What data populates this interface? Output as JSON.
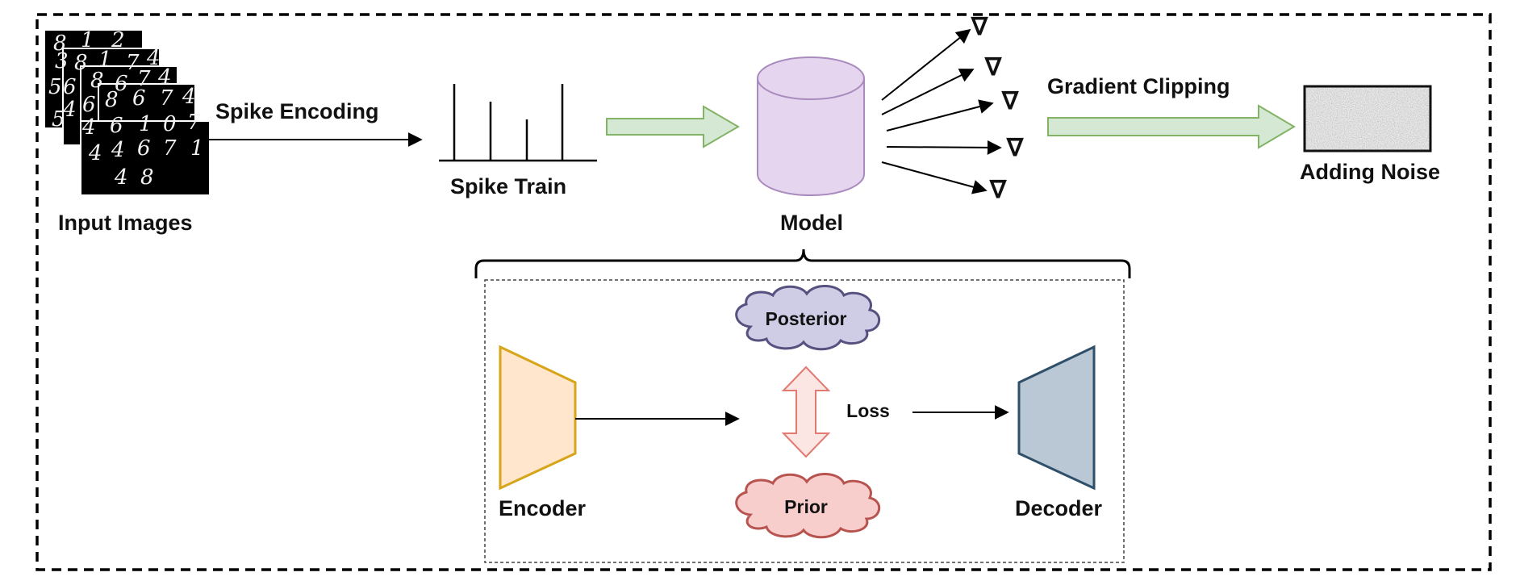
{
  "labels": {
    "input_images": "Input Images",
    "spike_encoding": "Spike Encoding",
    "spike_train": "Spike Train",
    "model": "Model",
    "gradient_clipping": "Gradient Clipping",
    "adding_noise": "Adding Noise",
    "encoder": "Encoder",
    "posterior": "Posterior",
    "prior": "Prior",
    "loss": "Loss",
    "decoder": "Decoder"
  },
  "digits": [
    "8",
    "1",
    "2",
    "3",
    "8",
    "1",
    "7",
    "4",
    "5",
    "6",
    "8",
    "6",
    "7",
    "4",
    "4",
    "6",
    "8",
    "6",
    "7",
    "4",
    "5",
    "4",
    "6",
    "1",
    "0",
    "7",
    "4",
    "4",
    "6",
    "7",
    "1",
    "4",
    "8"
  ],
  "gradient_markers": [
    "∇",
    "∇",
    "∇",
    "∇",
    "∇"
  ],
  "colors": {
    "model_fill": "#e6d5ee",
    "model_stroke": "#a98bbd",
    "green_arrow_fill": "#d5e8d4",
    "green_arrow_stroke": "#82b366",
    "encoder_fill": "#ffe6cc",
    "encoder_stroke": "#d6a51a",
    "decoder_fill": "#b9c8d4",
    "decoder_stroke": "#2f4f6a",
    "posterior_fill": "#cfcde6",
    "posterior_stroke": "#56517e",
    "prior_fill": "#f8cecc",
    "prior_stroke": "#b85450",
    "loss_arrow_fill": "#fce6e4",
    "loss_arrow_stroke": "#e27a72"
  }
}
